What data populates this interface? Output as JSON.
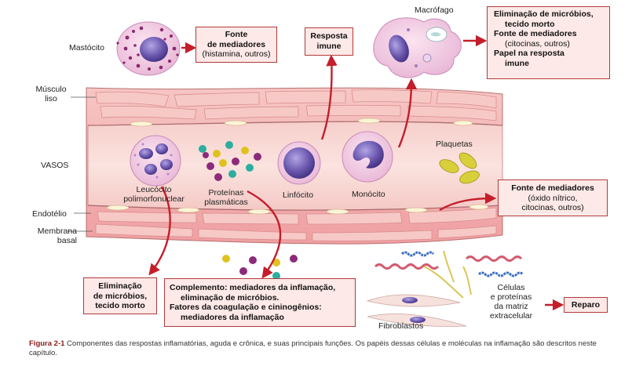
{
  "labels": {
    "mastocito": "Mastócito",
    "macrofago": "Macrófago",
    "musculo_liso_1": "Músculo",
    "musculo_liso_2": "liso",
    "vasos": "VASOS",
    "endotelio": "Endotélio",
    "membrana_1": "Membrana",
    "membrana_2": "basal",
    "leucocito_1": "Leucócito",
    "leucocito_2": "polimorfonuclear",
    "proteinas_1": "Proteínas",
    "proteinas_2": "plasmáticas",
    "linfocito": "Linfócito",
    "monocito": "Monócito",
    "plaquetas": "Plaquetas",
    "fibroblastos": "Fibroblastos",
    "celulas_1": "Células",
    "celulas_2": "e proteínas",
    "celulas_3": "da matriz",
    "celulas_4": "extracelular"
  },
  "boxes": {
    "fonte_mastocito": {
      "line1": "Fonte",
      "line2": "de mediadores",
      "line3": "(histamina, outros)"
    },
    "resposta_imune": {
      "line1": "Resposta",
      "line2": "imune"
    },
    "macrofago": {
      "line1": "Eliminação de micróbios,",
      "line2": "tecido morto",
      "line3": "Fonte de mediadores",
      "line4": "(citocinas, outros)",
      "line5": "Papel na resposta",
      "line6": "imune"
    },
    "fonte_endotelio": {
      "line1": "Fonte de mediadores",
      "line2": "(óxido nítrico,",
      "line3": "citocinas, outros)"
    },
    "eliminacao": {
      "line1": "Eliminação",
      "line2": "de micróbios,",
      "line3": "tecido morto"
    },
    "complemento": {
      "line1": "Complemento: mediadores da inflamação,",
      "line2": "eliminação de micróbios.",
      "line3": "Fatores da coagulação e cininogênios:",
      "line4": "mediadores da inflamação"
    },
    "reparo": {
      "line1": "Reparo"
    }
  },
  "caption": {
    "figure": "Figura 2-1",
    "text": "Componentes das respostas inflamatórias, aguda e crônica, e suas principais funções. Os papéis dessas células e moléculas na inflamação são descritos neste capítulo."
  },
  "colors": {
    "arrow": "#c41e2a",
    "box_border": "#b23a3a",
    "box_fill": "#fde9e7",
    "vessel_wall": "#f3b3b4",
    "vessel_lumen": "#f7d3cf",
    "nucleus": "#6e5bb0"
  }
}
